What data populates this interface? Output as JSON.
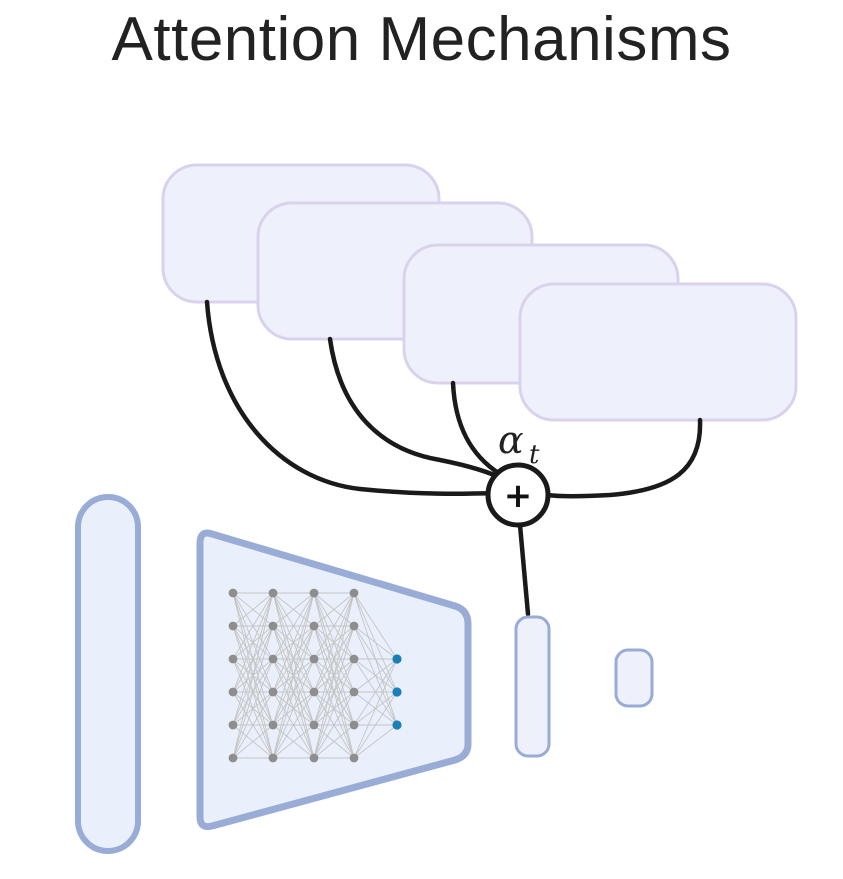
{
  "title": "Attention Mechanisms",
  "labels": {
    "weight": "α",
    "weight_subscript": "t",
    "sum_symbol": "+"
  },
  "colors": {
    "box_fill": "#eef1fb",
    "box_stroke": "#d9d2ec",
    "model_fill": "#eaf0fb",
    "model_stroke": "#98acd6",
    "line": "#1a1a1a",
    "node_gray": "#8e8e8e",
    "node_blue": "#1a7fb8"
  },
  "network": {
    "hidden_layers": 4,
    "nodes_per_hidden_layer": 6,
    "output_nodes": 3
  }
}
